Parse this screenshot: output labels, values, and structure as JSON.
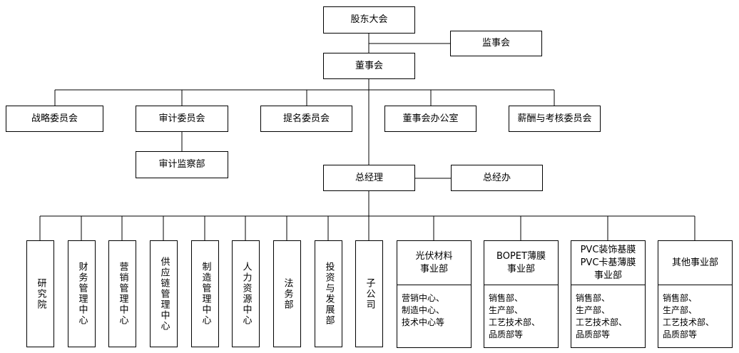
{
  "chart_data": {
    "type": "org_chart",
    "nodes": {
      "shareholders_meeting": "股东大会",
      "supervisory_board": "监事会",
      "board": "董事会",
      "strategy_committee": "战略委员会",
      "audit_committee": "审计委员会",
      "nomination_committee": "提名委员会",
      "board_office": "董事会办公室",
      "remuneration_committee": "薪酬与考核委员会",
      "audit_department": "审计监察部",
      "general_manager": "总经理",
      "gm_office": "总经办"
    },
    "departments": [
      {
        "key": "research",
        "label": "研究院"
      },
      {
        "key": "finance",
        "label": "财务管理中心"
      },
      {
        "key": "marketing",
        "label": "营销管理中心"
      },
      {
        "key": "supply_chain",
        "label": "供应链管理中心"
      },
      {
        "key": "manufacturing",
        "label": "制造管理中心"
      },
      {
        "key": "hr",
        "label": "人力资源中心"
      },
      {
        "key": "legal",
        "label": "法务部"
      },
      {
        "key": "investment",
        "label": "投资与发展部"
      },
      {
        "key": "subsidiary",
        "label": "子公司"
      }
    ],
    "business_units": [
      {
        "key": "pv",
        "title": "光伏材料\n事业部",
        "detail": "营销中心、\n制造中心、\n技术中心等"
      },
      {
        "key": "bopet",
        "title": "BOPET薄膜\n事业部",
        "detail": "销售部、\n生产部、\n工艺技术部、\n品质部等"
      },
      {
        "key": "pvc",
        "title": "PVC装饰基膜\nPVC卡基薄膜\n事业部",
        "detail": "销售部、\n生产部、\n工艺技术部、\n品质部等"
      },
      {
        "key": "other",
        "title": "其他事业部",
        "detail": "销售部、\n生产部、\n工艺技术部、\n品质部等"
      }
    ]
  }
}
